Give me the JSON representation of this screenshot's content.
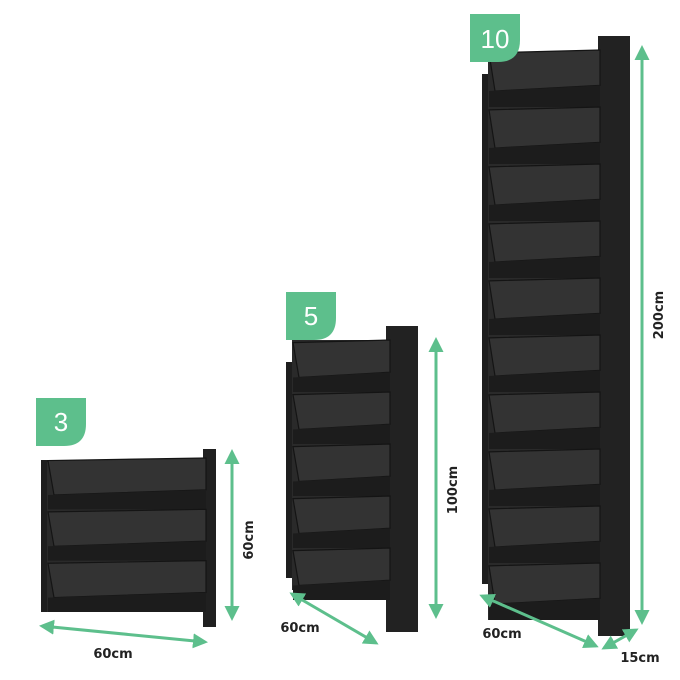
{
  "colors": {
    "accent": "#5dbf8c",
    "planter": "#2a2a2a",
    "planter_dark": "#141414",
    "planter_light": "#3c3c3c",
    "text": "#222222"
  },
  "planters": [
    {
      "count_label": "3",
      "pockets": 3,
      "width_label": "60cm",
      "height_label": "60cm"
    },
    {
      "count_label": "5",
      "pockets": 5,
      "width_label": "60cm",
      "height_label": "100cm"
    },
    {
      "count_label": "10",
      "pockets": 10,
      "width_label": "60cm",
      "height_label": "200cm",
      "depth_label": "15cm"
    }
  ]
}
